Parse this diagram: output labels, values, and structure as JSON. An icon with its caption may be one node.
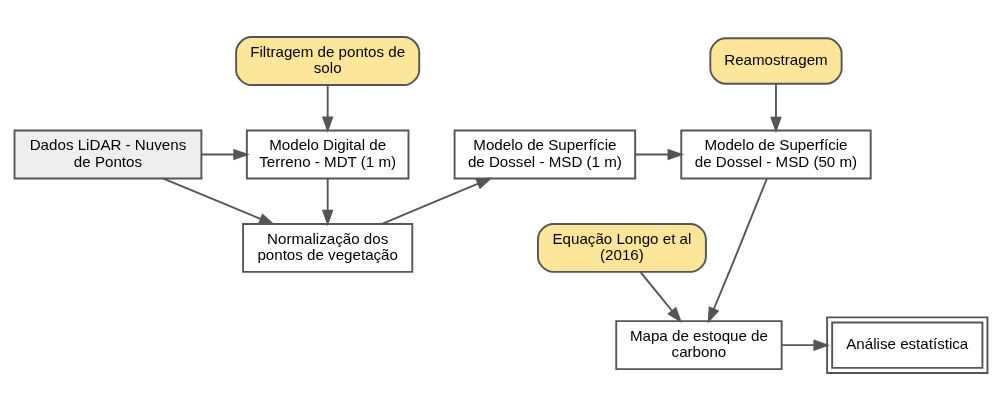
{
  "diagram": {
    "nodes": [
      {
        "text": [
          "Dados LiDAR - Nuvens de Pontos"
        ]
      },
      {
        "text": [
          "Filtragem de pontos de solo"
        ]
      },
      {
        "text": [
          "Modelo Digital de Terreno - MDT (1 m)"
        ]
      },
      {
        "text": [
          "Normalização dos pontos de vegetação"
        ]
      },
      {
        "text": [
          "Modelo de Superfície de Dossel - MSD (1 m)"
        ]
      },
      {
        "text": [
          "Reamostragem"
        ]
      },
      {
        "text": [
          "Modelo de Superfície de Dossel - MSD (50 m)"
        ]
      },
      {
        "text": [
          "Equação Longo et al (2016)"
        ]
      },
      {
        "text": [
          "Mapa de estoque de carbono"
        ]
      },
      {
        "text": [
          "Análise estatística"
        ]
      }
    ],
    "edges": [
      {
        "from": 0,
        "to": 2,
        "arrow": "to"
      },
      {
        "from": 1,
        "to": 2,
        "arrow": "to"
      },
      {
        "from": 2,
        "to": 3,
        "arrow": "to"
      },
      {
        "from": 0,
        "to": 3,
        "arrow": "to"
      },
      {
        "from": 3,
        "to": 4,
        "arrow": "to"
      },
      {
        "from": 4,
        "to": 6,
        "arrow": "to"
      },
      {
        "from": 5,
        "to": 6,
        "arrow": "to"
      },
      {
        "from": 6,
        "to": 8,
        "arrow": "to"
      },
      {
        "from": 7,
        "to": 8,
        "arrow": "to"
      },
      {
        "from": 8,
        "to": 9,
        "arrow": "to"
      }
    ]
  }
}
